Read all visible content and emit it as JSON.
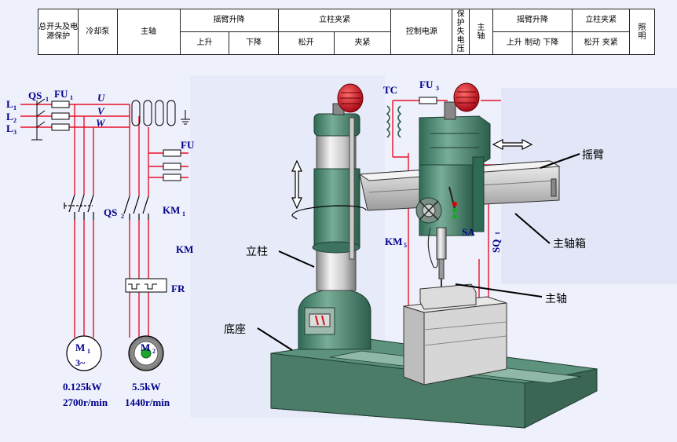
{
  "header": {
    "main_power": "总开头及电源保护",
    "coolant_pump": "冷却泵",
    "spindle": "主轴",
    "arm_lift": "摇臂升降",
    "arm_up": "上升",
    "arm_down": "下降",
    "column_clamp": "立柱夹紧",
    "column_release": "松开",
    "column_tighten": "夹紧",
    "control_power": "控制电源",
    "undervoltage": "保护失电压",
    "spindle2": "主轴",
    "arm_lift2": "摇臂升降",
    "arm_lift2_sub": "上升 制动 下降",
    "column_clamp2": "立柱夹紧",
    "column_clamp2_sub": "松开 夹紧",
    "lighting": "照明"
  },
  "circuit": {
    "l1": "L",
    "l1_sub": "1",
    "l2": "L",
    "l2_sub": "2",
    "l3": "L",
    "l3_sub": "3",
    "qs1": "QS",
    "qs1_sub": "1",
    "fu1": "FU",
    "fu1_sub": "1",
    "u": "U",
    "v": "V",
    "w": "W",
    "qs2": "QS",
    "qs2_sub": "2",
    "km1": "KM",
    "km1_sub": "1",
    "km_partial": "KM",
    "fu_partial": "FU",
    "fr": "FR",
    "tc": "TC",
    "fu3": "FU",
    "fu3_sub": "3",
    "km5": "KM",
    "km5_sub": "5",
    "sa": "SA",
    "so1": "SQ",
    "so1_sub": "1",
    "m1": "M",
    "m1_sub": "1",
    "m1_phase": "3~",
    "m2": "M",
    "m2_sub": "2",
    "m1_power": "0.125kW",
    "m1_speed": "2700r/min",
    "m2_power": "5.5kW",
    "m2_speed": "1440r/min"
  },
  "machine_labels": {
    "arm": "摇臂",
    "headstock": "主轴箱",
    "column": "立柱",
    "spindle": "主轴",
    "base": "底座"
  },
  "colors": {
    "wire": "#e8102a",
    "machine_green": "#4f8a74",
    "label_blue": "#00008b"
  }
}
